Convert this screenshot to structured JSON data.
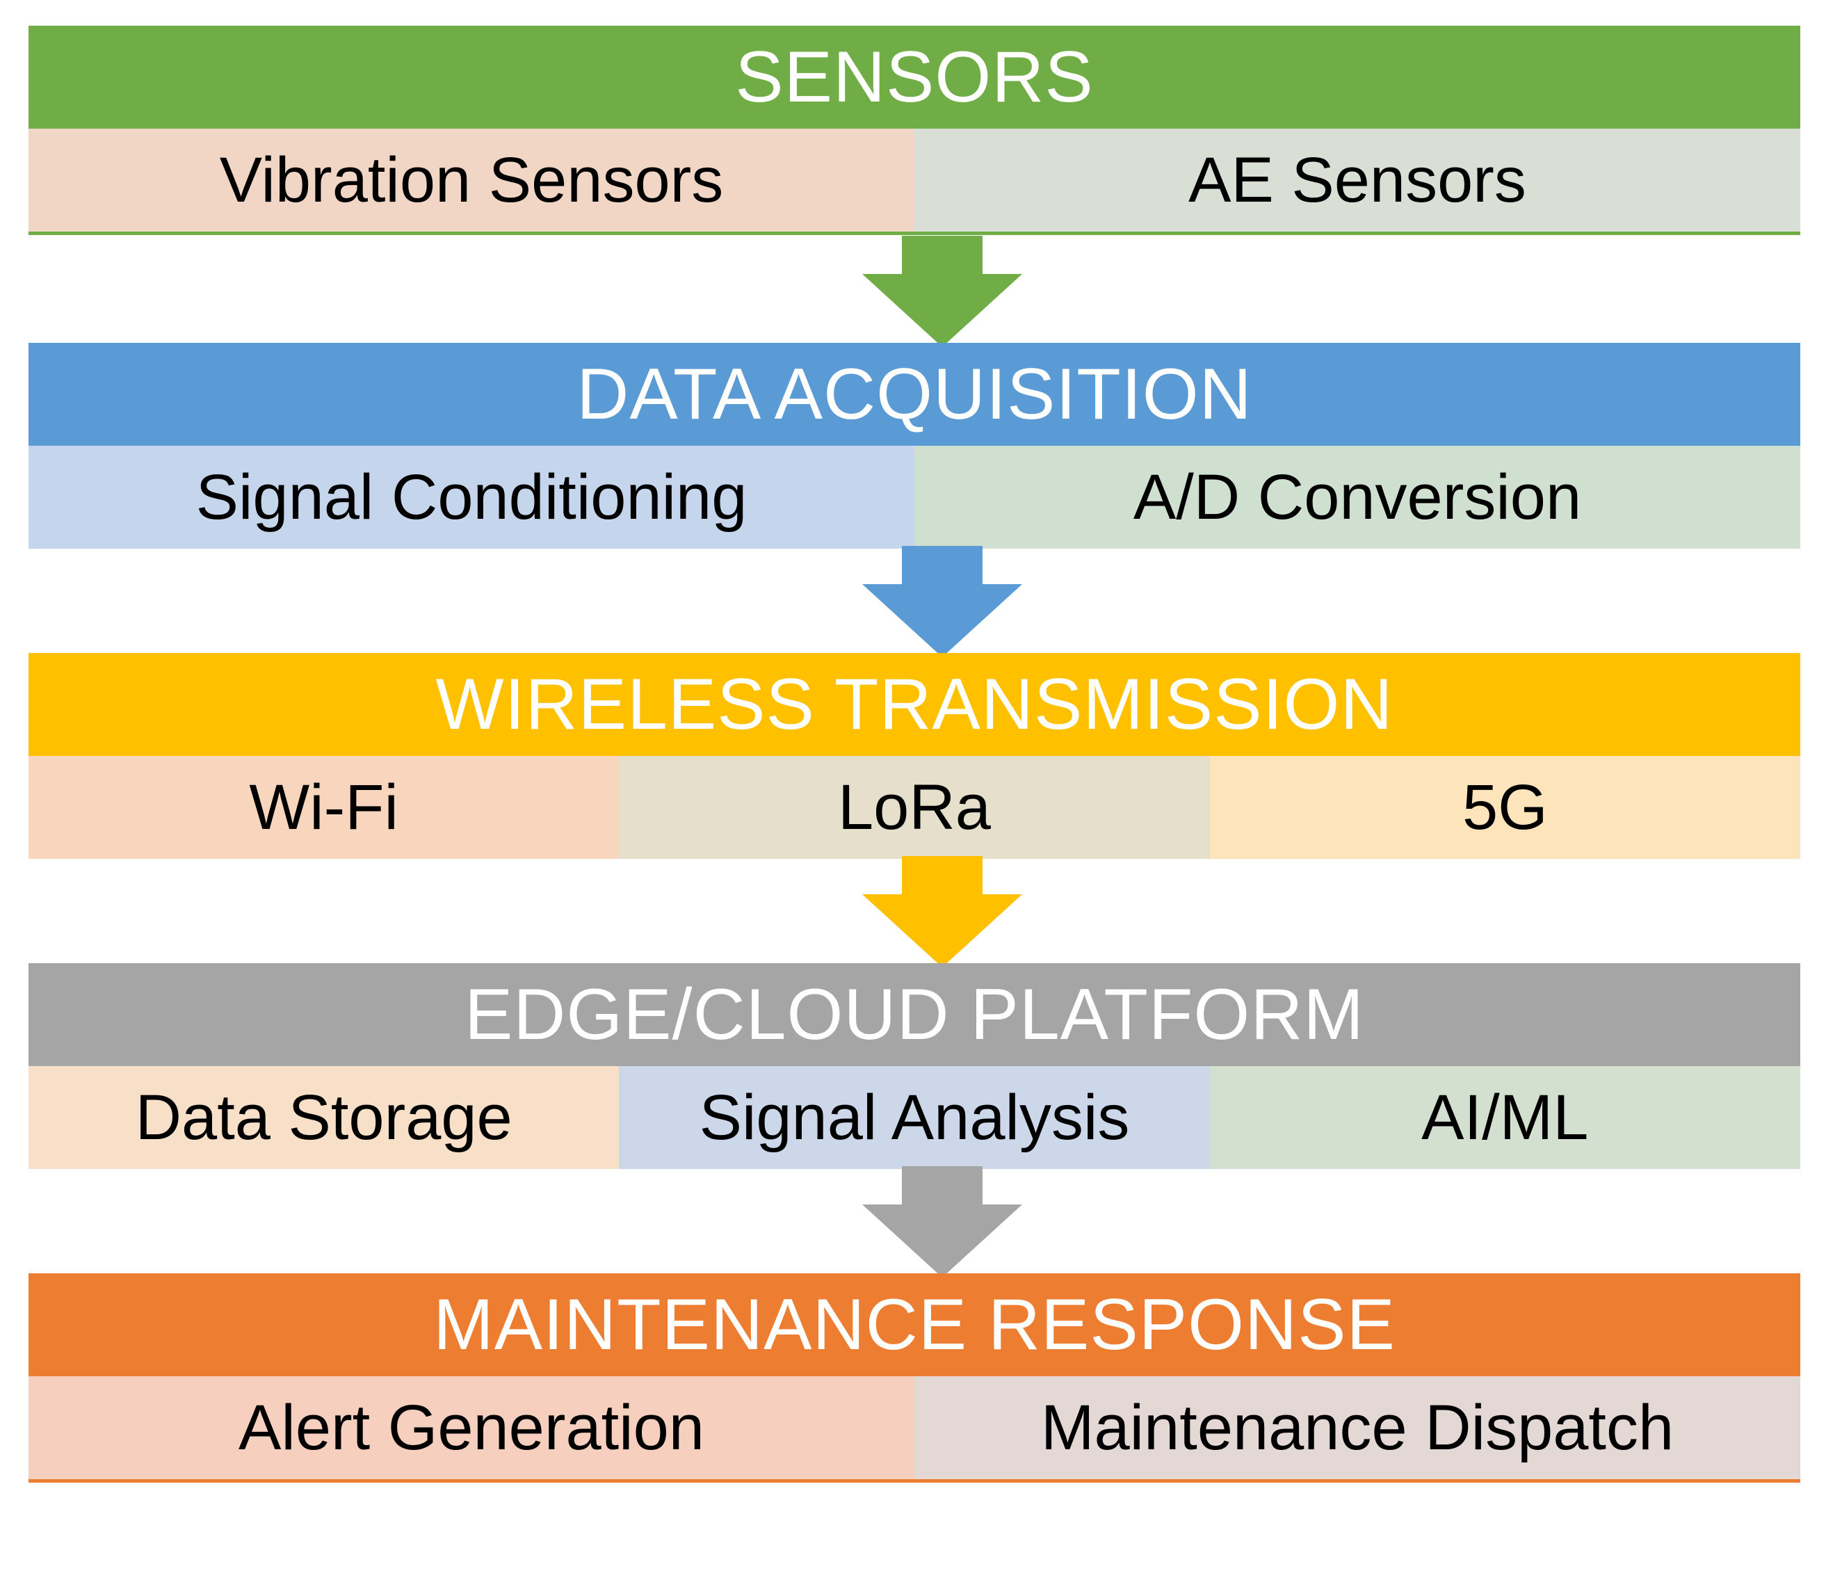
{
  "layers": [
    {
      "title": "SENSORS",
      "header_color": "#70AD47",
      "items": [
        {
          "label": "Vibration Sensors",
          "color": "#F1D6C5"
        },
        {
          "label": "AE Sensors",
          "color": "#DADFD6"
        }
      ]
    },
    {
      "title": "DATA ACQUISITION",
      "header_color": "#5B9BD5",
      "items": [
        {
          "label": "Signal Conditioning",
          "color": "#C5D6EC"
        },
        {
          "label": "A/D Conversion",
          "color": "#CFDFD0"
        }
      ]
    },
    {
      "title": "WIRELESS TRANSMISSION",
      "header_color": "#FFC000",
      "items": [
        {
          "label": "Wi-Fi",
          "color": "#F8D6BD"
        },
        {
          "label": "LoRa",
          "color": "#E6DFCB"
        },
        {
          "label": "5G",
          "color": "#FEE4BA"
        }
      ]
    },
    {
      "title": "EDGE/CLOUD PLATFORM",
      "header_color": "#A5A5A5",
      "items": [
        {
          "label": "Data Storage",
          "color": "#F8DFC7"
        },
        {
          "label": "Signal Analysis",
          "color": "#CCD8EA"
        },
        {
          "label": "AI/ML",
          "color": "#D4E0CF"
        }
      ]
    },
    {
      "title": "MAINTENANCE RESPONSE",
      "header_color": "#ED7D31",
      "items": [
        {
          "label": "Alert Generation",
          "color": "#F6CFBE"
        },
        {
          "label": "Maintenance Dispatch",
          "color": "#E4D8D4"
        }
      ]
    }
  ]
}
